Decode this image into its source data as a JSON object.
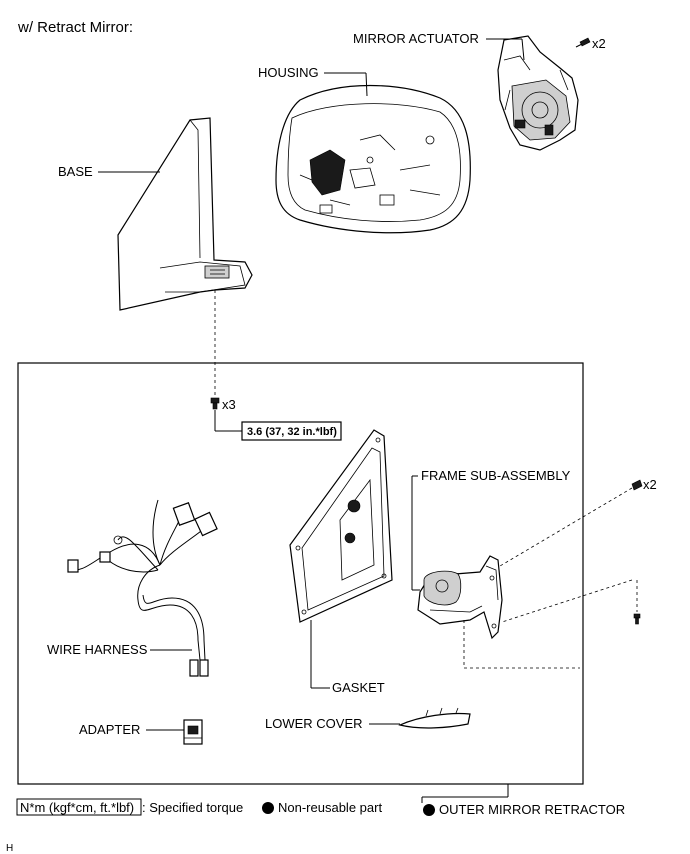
{
  "title": "w/ Retract Mirror:",
  "labels": {
    "mirror_actuator": "MIRROR ACTUATOR",
    "housing": "HOUSING",
    "base": "BASE",
    "frame_sub_assembly": "FRAME SUB-ASSEMBLY",
    "wire_harness": "WIRE HARNESS",
    "gasket": "GASKET",
    "adapter": "ADAPTER",
    "lower_cover": "LOWER COVER"
  },
  "quantities": {
    "actuator_screws": "x2",
    "base_bolts": "x3",
    "frame_screws": "x2"
  },
  "torque_spec": "3.6 (37, 32 in.*lbf)",
  "legend": {
    "torque_unit": "N*m (kgf*cm, ft.*lbf)",
    "torque_desc": ": Specified torque",
    "non_reusable": "Non-reusable part",
    "assembly_name": "OUTER MIRROR RETRACTOR"
  },
  "corner_mark": "H"
}
